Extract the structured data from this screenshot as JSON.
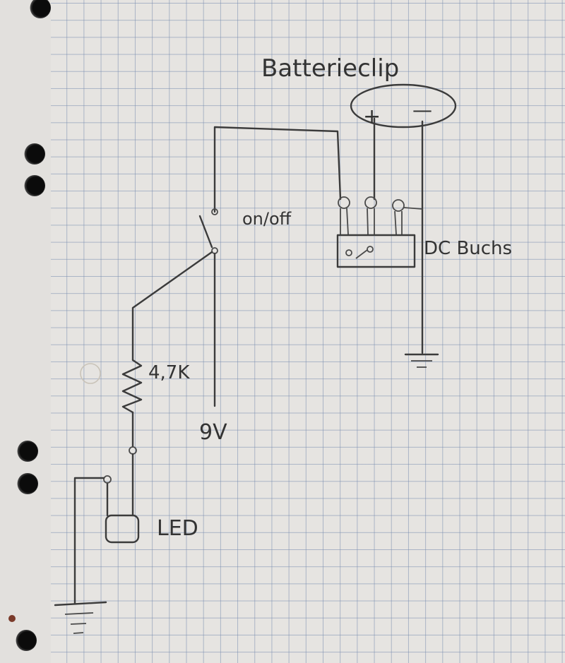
{
  "labels": {
    "battery_clip": "Batterieclip",
    "plus": "+",
    "minus": "—",
    "switch": "on/off",
    "jack": "DC Buchs",
    "resistor": "4,7K",
    "voltage": "9V",
    "led": "LED"
  },
  "colors": {
    "paper": "#e6e4e1",
    "grid": "#7f90b0",
    "ink": "#3b3b3b"
  }
}
